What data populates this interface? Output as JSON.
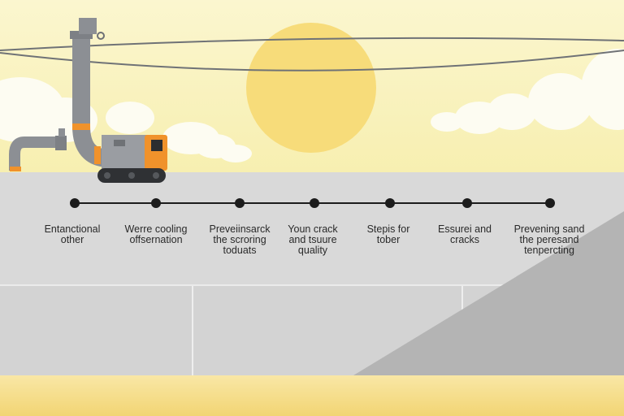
{
  "steps": [
    {
      "label": "Entanctional\nother"
    },
    {
      "label": "Werre cooling\noffsernation"
    },
    {
      "label": "Preveiinsarck\nthe scroring\ntoduats"
    },
    {
      "label": "Youn crack\nand tsuure\nquality"
    },
    {
      "label": "Stepis for\ntober"
    },
    {
      "label": "Essurei and\ncracks"
    },
    {
      "label": "Prevening sand\nthe peresand\ntenpercting"
    }
  ],
  "colors": {
    "sky": "#f7efb0",
    "sun": "#f7dc7a",
    "wall": "#d9d9d9",
    "shadow": "#b4b4b4",
    "ground": "#f2d574",
    "pipe": "#8c8f94",
    "accent": "#f0922b",
    "line": "#1c1c1c"
  },
  "icons": [
    "utility-wires",
    "pipe",
    "tracked-machine",
    "timeline-dot"
  ]
}
